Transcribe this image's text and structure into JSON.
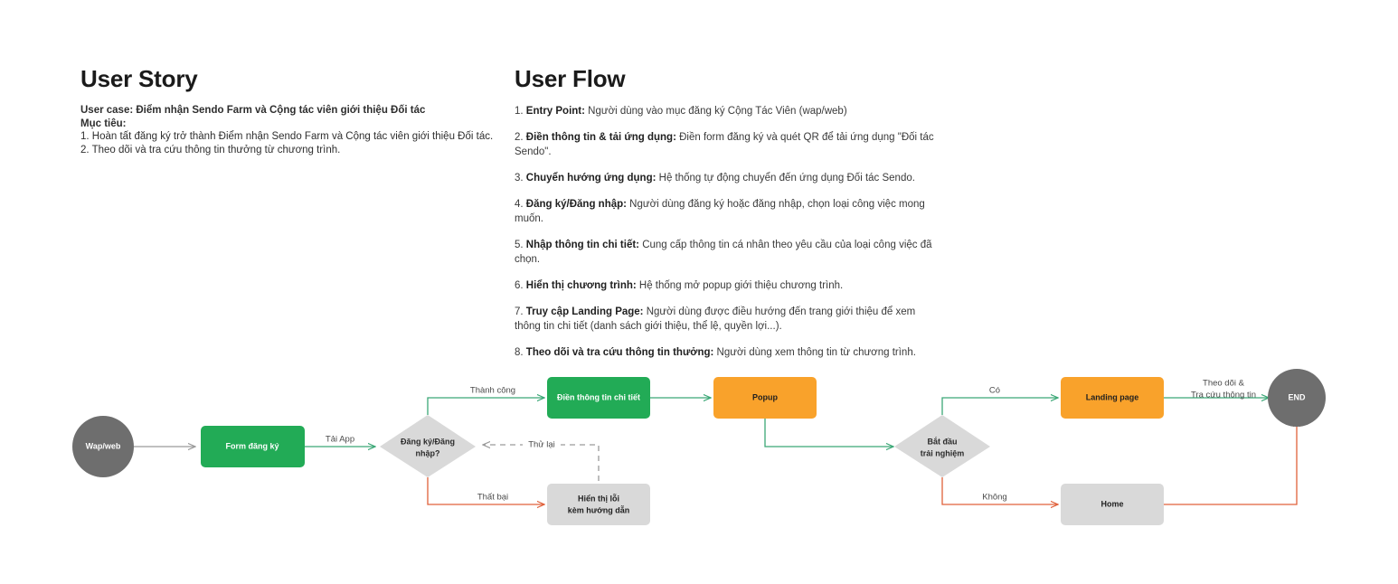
{
  "user_story": {
    "title": "User Story",
    "lines": [
      {
        "text": "User case: Điểm nhận Sendo Farm và Cộng tác viên giới thiệu Đối tác",
        "bold": true
      },
      {
        "text": "Mục tiêu:",
        "bold": true
      },
      {
        "text": "1. Hoàn tất đăng ký trở thành Điểm nhận Sendo Farm và Cộng tác viên giới thiệu Đối tác.",
        "bold": false
      },
      {
        "text": "2. Theo dõi và tra cứu thông tin thưởng từ chương trình.",
        "bold": false
      }
    ]
  },
  "user_flow": {
    "title": "User Flow",
    "steps": [
      {
        "num": "1.",
        "lead": "Entry Point:",
        "rest": " Người dùng vào mục đăng ký Cộng Tác Viên (wap/web)"
      },
      {
        "num": "2.",
        "lead": "Điền thông tin & tải ứng dụng:",
        "rest": " Điền form đăng ký và quét QR để tải ứng dụng \"Đối tác Sendo\"."
      },
      {
        "num": "3.",
        "lead": "Chuyển hướng ứng dụng:",
        "rest": " Hệ thống tự động chuyển đến ứng dụng Đối tác Sendo."
      },
      {
        "num": "4.",
        "lead": "Đăng ký/Đăng nhập:",
        "rest": " Người dùng đăng ký hoặc đăng nhập, chọn loại công việc mong muốn."
      },
      {
        "num": "5.",
        "lead": "Nhập thông tin chi tiết:",
        "rest": " Cung cấp thông tin cá nhân theo yêu cầu của loại công việc đã chọn."
      },
      {
        "num": "6.",
        "lead": "Hiển thị chương trình:",
        "rest": " Hệ thống mở popup giới thiệu chương trình."
      },
      {
        "num": "7.",
        "lead": "Truy cập Landing Page:",
        "rest": " Người dùng được điều hướng đến trang giới thiệu để xem thông tin chi tiết (danh sách giới thiệu, thể lệ, quyền lợi...)."
      },
      {
        "num": "8.",
        "lead": "Theo dõi và tra cứu thông tin thưởng:",
        "rest": " Người dùng xem thông tin từ chương trình."
      }
    ]
  },
  "flowchart": {
    "nodes": {
      "start": {
        "label": "Wap/web"
      },
      "form": {
        "label": "Form đăng ký"
      },
      "decision1_l1": {
        "label": "Đăng ký/Đăng"
      },
      "decision1_l2": {
        "label": "nhập?"
      },
      "details": {
        "label": "Điền thông tin chi tiết"
      },
      "error_l1": {
        "label": "Hiển thị lỗi"
      },
      "error_l2": {
        "label": "kèm hướng dẫn"
      },
      "popup": {
        "label": "Popup"
      },
      "decision2_l1": {
        "label": "Bắt đầu"
      },
      "decision2_l2": {
        "label": "trải nghiệm"
      },
      "landing": {
        "label": "Landing page"
      },
      "home": {
        "label": "Home"
      },
      "end": {
        "label": "END"
      }
    },
    "edge_labels": {
      "tai_app": "Tải App",
      "thanh_cong": "Thành công",
      "that_bai": "Thất bại",
      "thu_lai": "Thử lại",
      "co": "Có",
      "khong": "Không",
      "theo_doi_l1": "Theo dõi &",
      "theo_doi_l2": "Tra cứu thông tin"
    },
    "colors": {
      "green_node": "#22ab56",
      "orange_node": "#f9a22b",
      "gray_node": "#d9d9d9",
      "dark_gray_node": "#6e6e6e",
      "green_edge": "#3ba776",
      "red_edge": "#e0603a",
      "gray_edge": "#9a9a9a",
      "dashed_edge": "#9a9a9a"
    }
  }
}
